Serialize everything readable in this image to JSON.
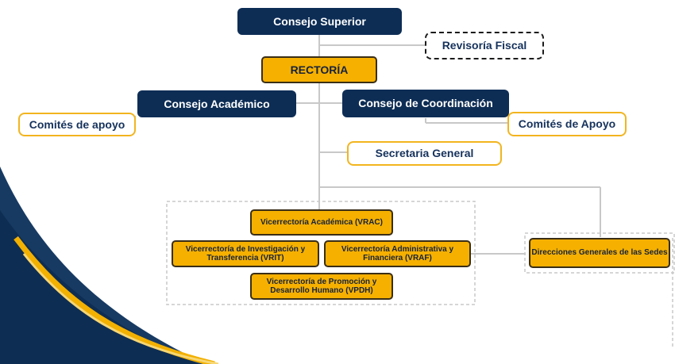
{
  "org_chart": {
    "superior_council": "Consejo Superior",
    "fiscal_review": "Revisoría Fiscal",
    "rectory": "RECTORÍA",
    "academic_council": "Consejo Académico",
    "coordination_council": "Consejo de Coordinación",
    "support_committees_left": "Comités de apoyo",
    "support_committees_right": "Comités de Apoyo",
    "general_secretary": "Secretaria General",
    "vp_academic": "Vicerrectoría Académica (VRAC)",
    "vp_research": "Vicerrectoría de Investigación y Transferencia (VRIT)",
    "vp_admin": "Vicerrectoría Administrativa y Financiera (VRAF)",
    "vp_promotion": "Vicerrectoría de Promoción y Desarrollo Humano (VPDH)",
    "campus_directions": "Direcciones Generales de las Sedes"
  },
  "colors": {
    "navy": "#0d2d55",
    "gold": "#f5b000",
    "outline_gold": "#f2b51f",
    "connector": "#c8c8c8"
  }
}
